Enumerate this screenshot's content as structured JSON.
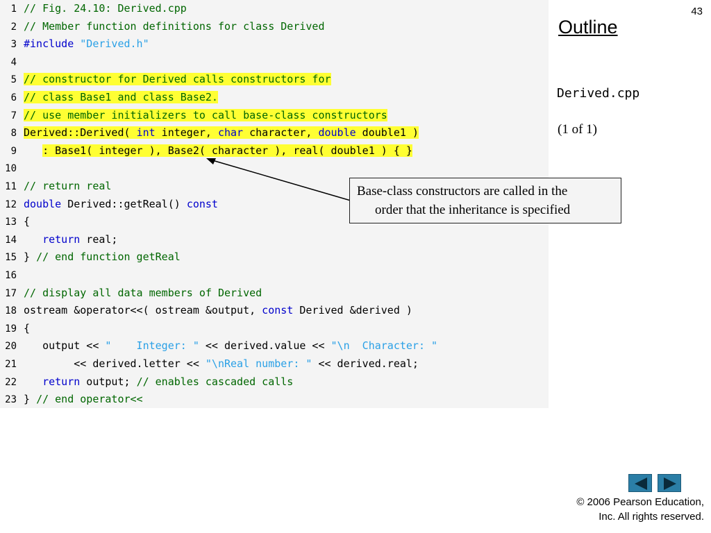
{
  "slide": {
    "page_number": "43",
    "outline_title": "Outline",
    "file_name": "Derived.cpp",
    "page_info": "(1 of 1)",
    "copyright_line1": "© 2006 Pearson Education,",
    "copyright_line2": "Inc.  All rights reserved."
  },
  "callout": {
    "line1": "Base-class constructors are called in the",
    "line2": "order that the inheritance is specified"
  },
  "nav": {
    "prev_icon": "triangle-left-icon",
    "next_icon": "triangle-right-icon",
    "button_color": "#2b7ea6"
  },
  "colors": {
    "keyword": "#0000cc",
    "comment": "#006600",
    "string": "#2aa0e6",
    "highlight": "#ffff33",
    "panel": "#f4f4f4"
  },
  "code_lines": [
    {
      "n": "1",
      "hl": false,
      "segs": [
        {
          "t": "// Fig. 24.10: Derived.cpp",
          "c": "cm"
        }
      ]
    },
    {
      "n": "2",
      "hl": false,
      "segs": [
        {
          "t": "// Member function definitions for class Derived",
          "c": "cm"
        }
      ]
    },
    {
      "n": "3",
      "hl": false,
      "segs": [
        {
          "t": "#include ",
          "c": "pp"
        },
        {
          "t": "\"Derived.h\"",
          "c": "str"
        }
      ]
    },
    {
      "n": "4",
      "hl": false,
      "segs": []
    },
    {
      "n": "5",
      "hl": true,
      "segs": [
        {
          "t": "// constructor for Derived calls constructors for",
          "c": "cm"
        }
      ]
    },
    {
      "n": "6",
      "hl": true,
      "segs": [
        {
          "t": "// class Base1 and class Base2.",
          "c": "cm"
        }
      ]
    },
    {
      "n": "7",
      "hl": true,
      "segs": [
        {
          "t": "// use member initializers to call base-class constructors",
          "c": "cm"
        }
      ]
    },
    {
      "n": "8",
      "hl": true,
      "segs": [
        {
          "t": "Derived::Derived( ",
          "c": ""
        },
        {
          "t": "int",
          "c": "kw"
        },
        {
          "t": " integer, ",
          "c": ""
        },
        {
          "t": "char",
          "c": "kw"
        },
        {
          "t": " character, ",
          "c": ""
        },
        {
          "t": "double",
          "c": "kw"
        },
        {
          "t": " double1 )",
          "c": ""
        }
      ]
    },
    {
      "n": "9",
      "hl": true,
      "indent": "   ",
      "segs": [
        {
          "t": ": Base1( integer ), Base2( character ), real( double1 ) { }",
          "c": ""
        }
      ]
    },
    {
      "n": "10",
      "hl": false,
      "segs": []
    },
    {
      "n": "11",
      "hl": false,
      "segs": [
        {
          "t": "// return real",
          "c": "cm"
        }
      ]
    },
    {
      "n": "12",
      "hl": false,
      "segs": [
        {
          "t": "double",
          "c": "kw"
        },
        {
          "t": " Derived::getReal() ",
          "c": ""
        },
        {
          "t": "const",
          "c": "kw"
        }
      ]
    },
    {
      "n": "13",
      "hl": false,
      "segs": [
        {
          "t": "{",
          "c": ""
        }
      ]
    },
    {
      "n": "14",
      "hl": false,
      "segs": [
        {
          "t": "   ",
          "c": ""
        },
        {
          "t": "return",
          "c": "kw"
        },
        {
          "t": " real;",
          "c": ""
        }
      ]
    },
    {
      "n": "15",
      "hl": false,
      "segs": [
        {
          "t": "} ",
          "c": ""
        },
        {
          "t": "// end function getReal",
          "c": "cm"
        }
      ]
    },
    {
      "n": "16",
      "hl": false,
      "segs": []
    },
    {
      "n": "17",
      "hl": false,
      "segs": [
        {
          "t": "// display all data members of Derived",
          "c": "cm"
        }
      ]
    },
    {
      "n": "18",
      "hl": false,
      "segs": [
        {
          "t": "ostream &operator<<( ostream &output, ",
          "c": ""
        },
        {
          "t": "const",
          "c": "kw"
        },
        {
          "t": " Derived &derived )",
          "c": ""
        }
      ]
    },
    {
      "n": "19",
      "hl": false,
      "segs": [
        {
          "t": "{",
          "c": ""
        }
      ]
    },
    {
      "n": "20",
      "hl": false,
      "segs": [
        {
          "t": "   output << ",
          "c": ""
        },
        {
          "t": "\"    Integer: \"",
          "c": "str"
        },
        {
          "t": " << derived.value << ",
          "c": ""
        },
        {
          "t": "\"\\n  Character: \"",
          "c": "str"
        }
      ]
    },
    {
      "n": "21",
      "hl": false,
      "segs": [
        {
          "t": "        << derived.letter << ",
          "c": ""
        },
        {
          "t": "\"\\nReal number: \"",
          "c": "str"
        },
        {
          "t": " << derived.real;",
          "c": ""
        }
      ]
    },
    {
      "n": "22",
      "hl": false,
      "segs": [
        {
          "t": "   ",
          "c": ""
        },
        {
          "t": "return",
          "c": "kw"
        },
        {
          "t": " output; ",
          "c": ""
        },
        {
          "t": "// enables cascaded calls",
          "c": "cm"
        }
      ]
    },
    {
      "n": "23",
      "hl": false,
      "segs": [
        {
          "t": "} ",
          "c": ""
        },
        {
          "t": "// end operator<<",
          "c": "cm"
        }
      ]
    }
  ]
}
